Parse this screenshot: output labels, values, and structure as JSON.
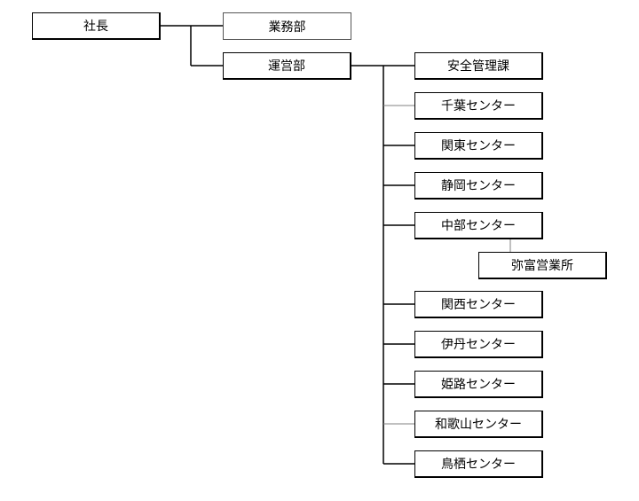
{
  "nodes": {
    "president": "社長",
    "business": "業務部",
    "operations": "運営部",
    "safety": "安全管理課",
    "chiba": "千葉センター",
    "kanto": "関東センター",
    "shizuoka": "静岡センター",
    "chubu": "中部センター",
    "yatomi": "弥富営業所",
    "kansai": "関西センター",
    "itami": "伊丹センター",
    "himeji": "姫路センター",
    "wakayama": "和歌山センター",
    "tosu": "鳥栖センター"
  },
  "colors": {
    "line": "#000000",
    "light_line": "#808080"
  }
}
